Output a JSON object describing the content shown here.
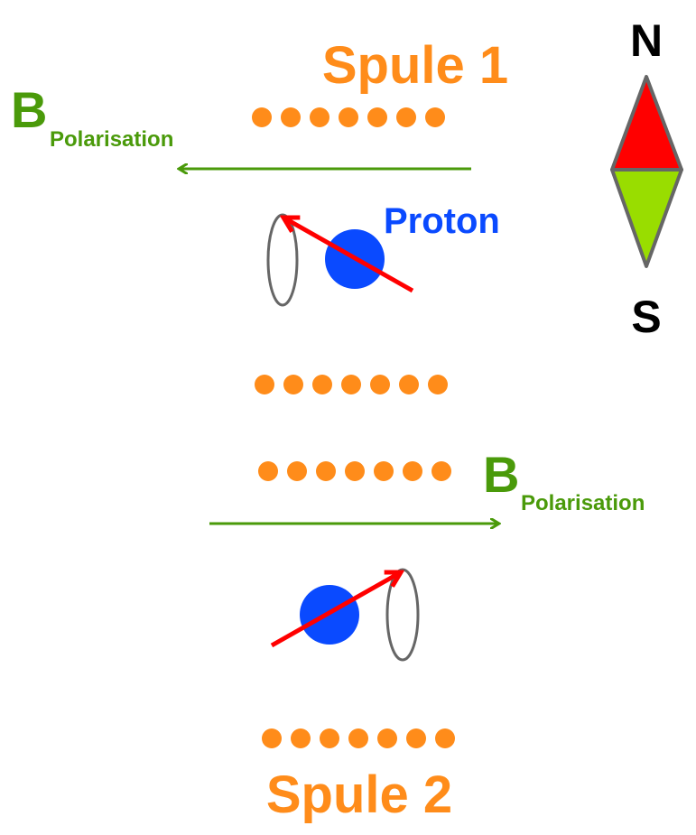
{
  "labels": {
    "coil_1": "Spule 1",
    "coil_2": "Spule 2",
    "field_symbol": "B",
    "field_subscript": "Polarisation",
    "proton": "Proton",
    "north": "N",
    "south": "S"
  },
  "colors": {
    "coil": "#ff8c1a",
    "field": "#4a9a0a",
    "proton": "#0a4aff",
    "spin": "#ff0000",
    "precession": "#666666",
    "compass_north": "#ff0000",
    "compass_south": "#99dd00",
    "compass_outline": "#666666",
    "text": "#000000"
  },
  "coil_turns_per_row": 7
}
